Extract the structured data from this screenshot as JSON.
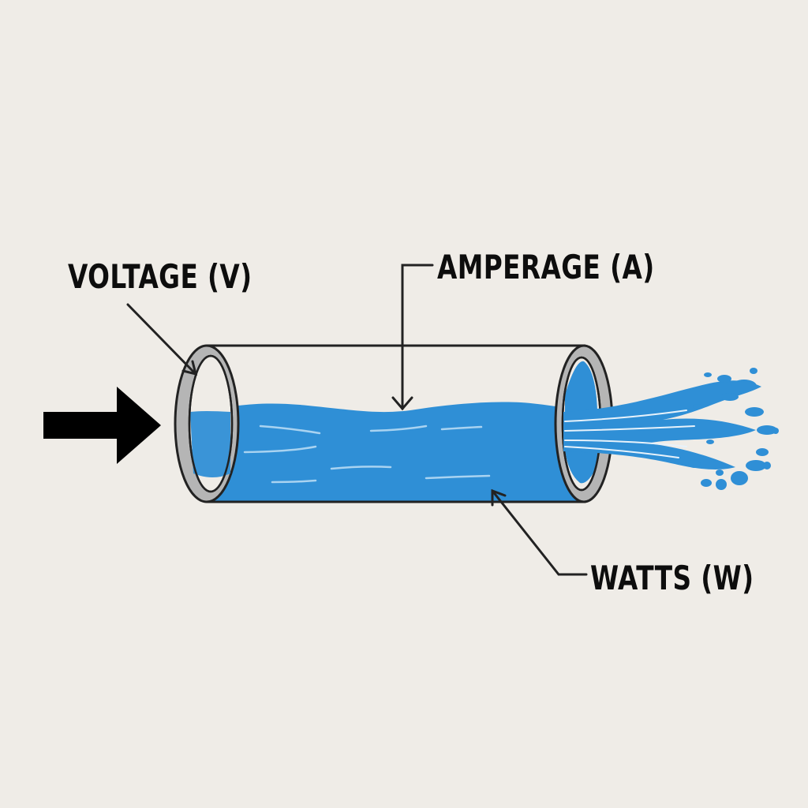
{
  "labels": {
    "voltage": "VOLTAGE (V)",
    "amperage": "AMPERAGE (A)",
    "watts": "WATTS (W)"
  },
  "colors": {
    "background": "#efece7",
    "water": "#2f8fd6",
    "outline": "#222222",
    "pipe_rim": "#b5b5b5",
    "arrow": "#000000"
  },
  "icons": {
    "input_arrow": "right-arrow-icon",
    "pipe": "pipe-icon",
    "water_spray": "water-spray-icon"
  }
}
